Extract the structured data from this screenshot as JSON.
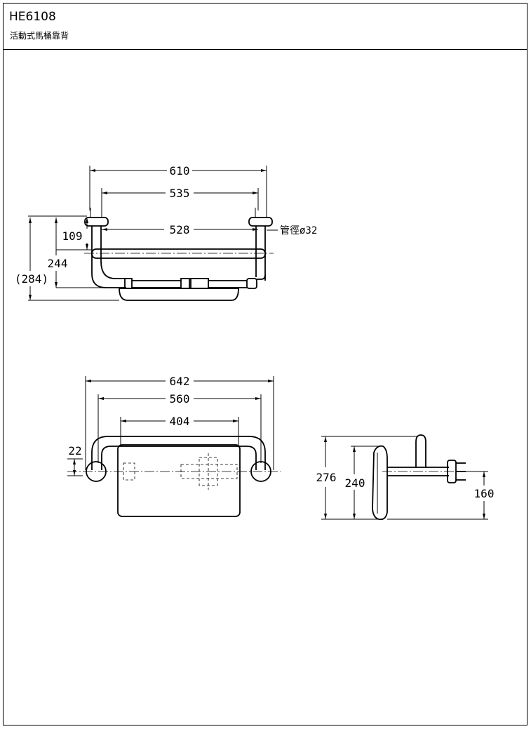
{
  "title_block": {
    "model": "HE6108",
    "name": "活動式馬桶靠背"
  },
  "top_view": {
    "dim_overall": "610",
    "dim_mount": "535",
    "dim_inner": "528",
    "dim_height_1": "109",
    "dim_height_2": "244",
    "dim_height_3": "(284)",
    "pipe_note": "管徑ø32"
  },
  "front_view": {
    "dim_overall": "642",
    "dim_mount": "560",
    "dim_pad": "404",
    "dim_offset": "22"
  },
  "side_view": {
    "dim_total": "276",
    "dim_pad": "240",
    "dim_mount": "160"
  }
}
